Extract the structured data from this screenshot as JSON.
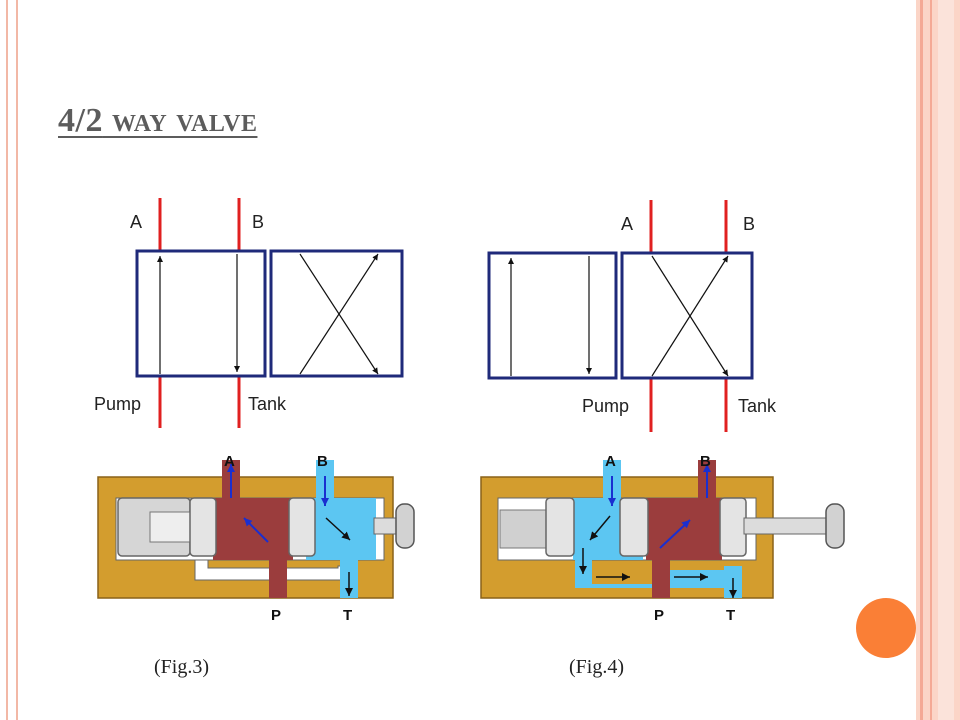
{
  "slide": {
    "title_main": "4/2",
    "title_rest": " way valve",
    "colors": {
      "symbol_box": "#1f2a7a",
      "port_line": "#e02020",
      "body": "#d39d2e",
      "pressure_fluid": "#9b3d3d",
      "return_fluid": "#5cc6f2",
      "accent_dot": "#fa7f36",
      "frame": "#fbd5c7"
    }
  },
  "fig3": {
    "symbol": {
      "port_a": "A",
      "port_b": "B",
      "port_pump": "Pump",
      "port_tank": "Tank"
    },
    "section": {
      "port_a": "A",
      "port_b": "B",
      "port_p": "P",
      "port_t": "T"
    },
    "caption": "(Fig.3)"
  },
  "fig4": {
    "symbol": {
      "port_a": "A",
      "port_b": "B",
      "port_pump": "Pump",
      "port_tank": "Tank"
    },
    "section": {
      "port_a": "A",
      "port_b": "B",
      "port_p": "P",
      "port_t": "T"
    },
    "caption": "(Fig.4)"
  }
}
